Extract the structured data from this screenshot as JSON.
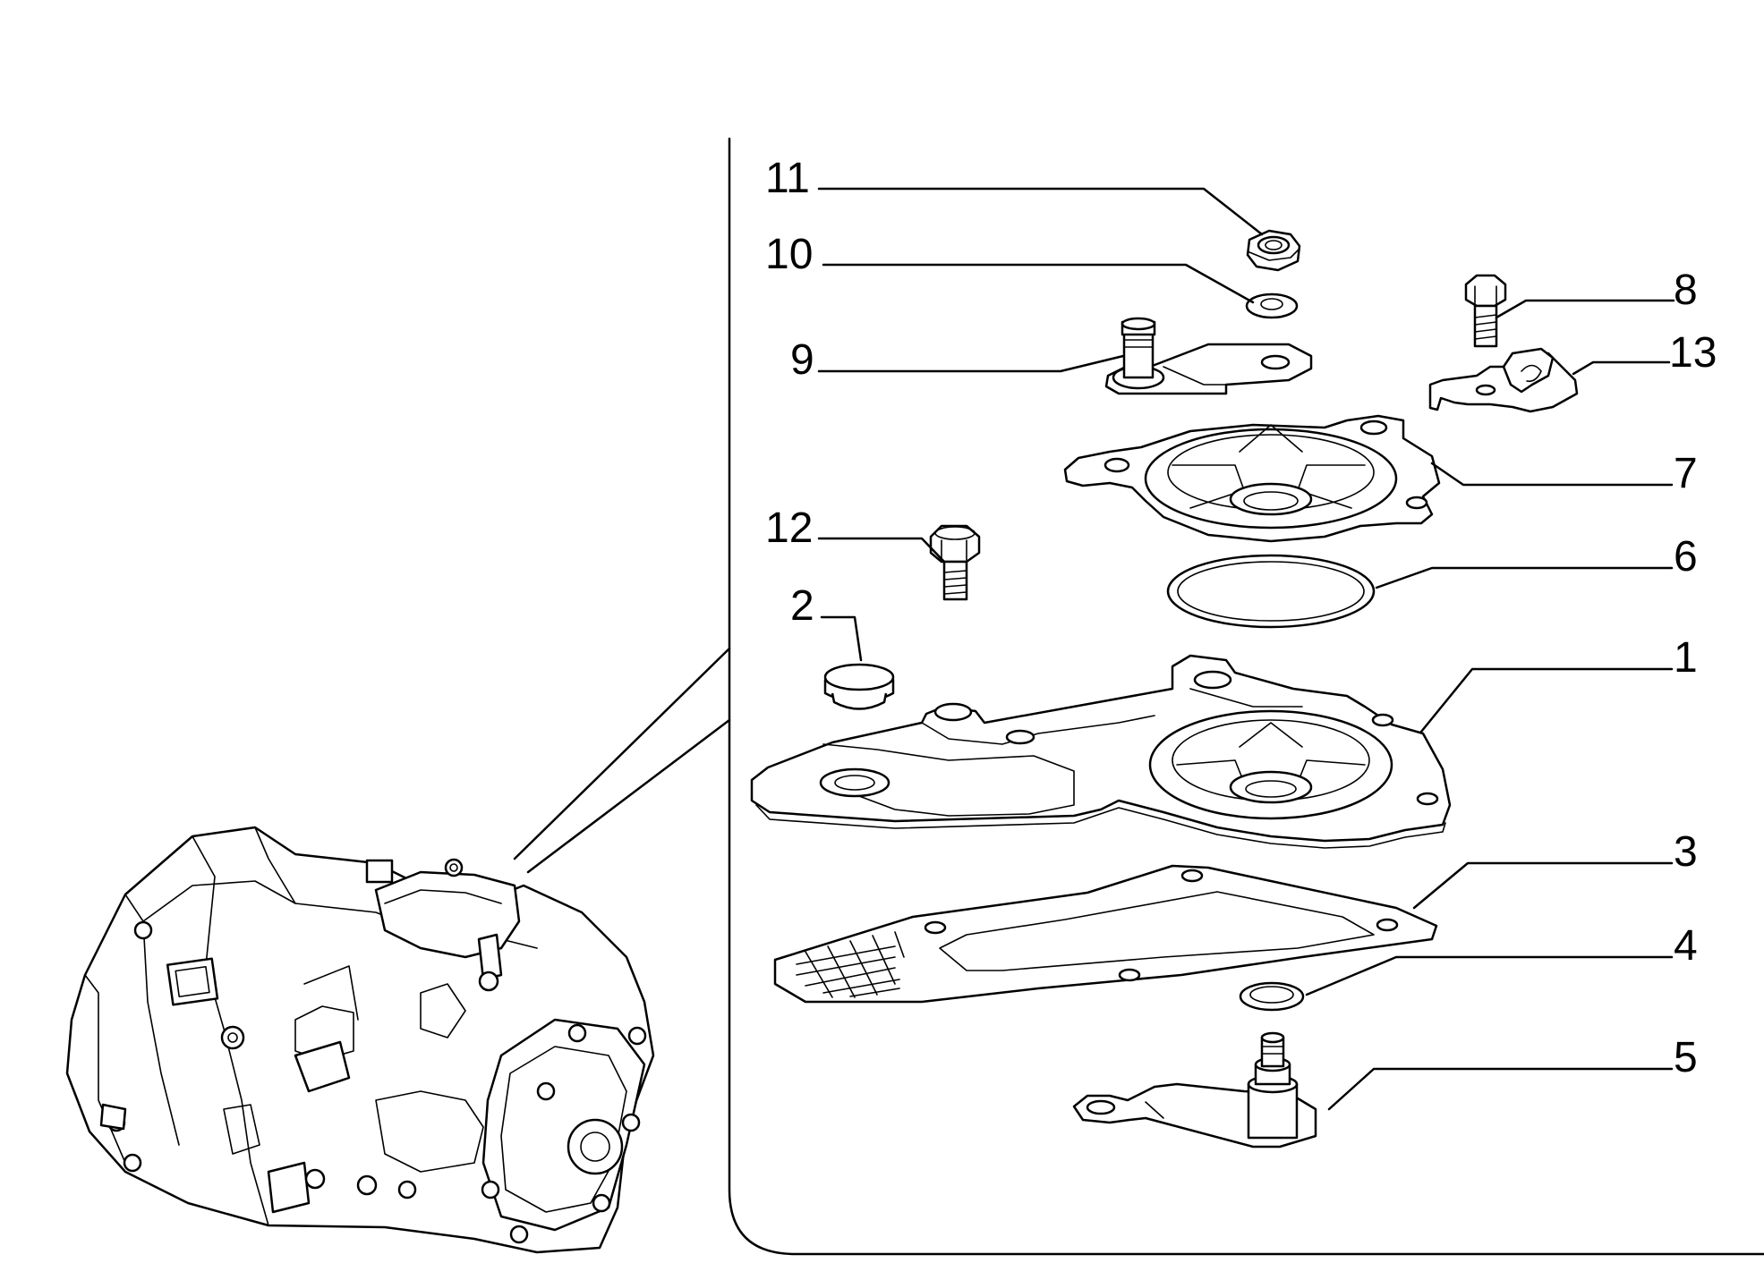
{
  "callouts": [
    {
      "id": "11",
      "label": "11"
    },
    {
      "id": "10",
      "label": "10"
    },
    {
      "id": "9",
      "label": "9"
    },
    {
      "id": "8",
      "label": "8"
    },
    {
      "id": "13",
      "label": "13"
    },
    {
      "id": "7",
      "label": "7"
    },
    {
      "id": "12",
      "label": "12"
    },
    {
      "id": "6",
      "label": "6"
    },
    {
      "id": "2",
      "label": "2"
    },
    {
      "id": "1",
      "label": "1"
    },
    {
      "id": "3",
      "label": "3"
    },
    {
      "id": "4",
      "label": "4"
    },
    {
      "id": "5",
      "label": "5"
    }
  ],
  "parts": [
    {
      "id": "1",
      "name": "cover-plate"
    },
    {
      "id": "2",
      "name": "plug-cap"
    },
    {
      "id": "3",
      "name": "gasket"
    },
    {
      "id": "4",
      "name": "o-ring"
    },
    {
      "id": "5",
      "name": "lower-bracket-stud"
    },
    {
      "id": "6",
      "name": "seal-ring"
    },
    {
      "id": "7",
      "name": "diaphragm-cover"
    },
    {
      "id": "8",
      "name": "bolt"
    },
    {
      "id": "9",
      "name": "upper-bracket-stud"
    },
    {
      "id": "10",
      "name": "washer"
    },
    {
      "id": "11",
      "name": "nut"
    },
    {
      "id": "12",
      "name": "bolt"
    },
    {
      "id": "13",
      "name": "clip-bracket"
    }
  ]
}
